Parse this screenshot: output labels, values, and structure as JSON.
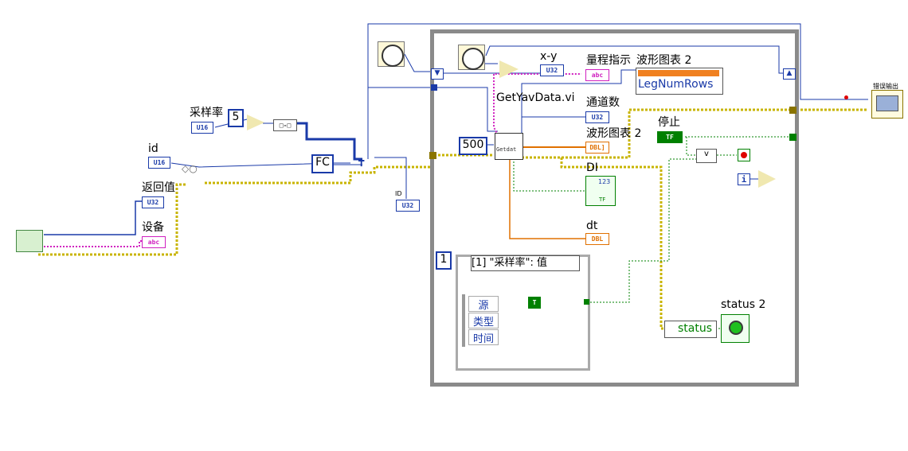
{
  "labels": {
    "sample_rate": "采样率",
    "id": "id",
    "return_value": "返回值",
    "device": "设备",
    "id_small": "ID",
    "xy": "x-y",
    "range_indicator": "量程指示",
    "waveform_chart_2a": "波形图表 2",
    "getyav": "GetYavData.vi",
    "channel_count": "通道数",
    "waveform_chart_2b": "波形图表 2",
    "stop": "停止",
    "di": "DI",
    "dt": "dt",
    "status2": "status 2",
    "error_out": "错误输出"
  },
  "constants": {
    "five": "5",
    "fc": "FC",
    "five_hundred": "500",
    "one": "1",
    "legnumrows": "LegNumRows",
    "status": "status",
    "case_selector": "[1] \"采样率\": 值"
  },
  "terminals": {
    "u16": "U16",
    "u32": "U32",
    "abc": "abc",
    "dbl": "DBL",
    "dbl_arr": "DBL]",
    "tf": "TF",
    "i": "i",
    "t": "T",
    "d123": "123",
    "getdat": "Getdat"
  },
  "event_fields": [
    "源",
    "类型",
    "时间"
  ],
  "colors": {
    "wire_int": "#1a3aa8",
    "wire_string": "#d020c0",
    "wire_double": "#e07000",
    "wire_bool": "#008000",
    "wire_error": "#c8b400",
    "frame": "#8a8a8a"
  }
}
